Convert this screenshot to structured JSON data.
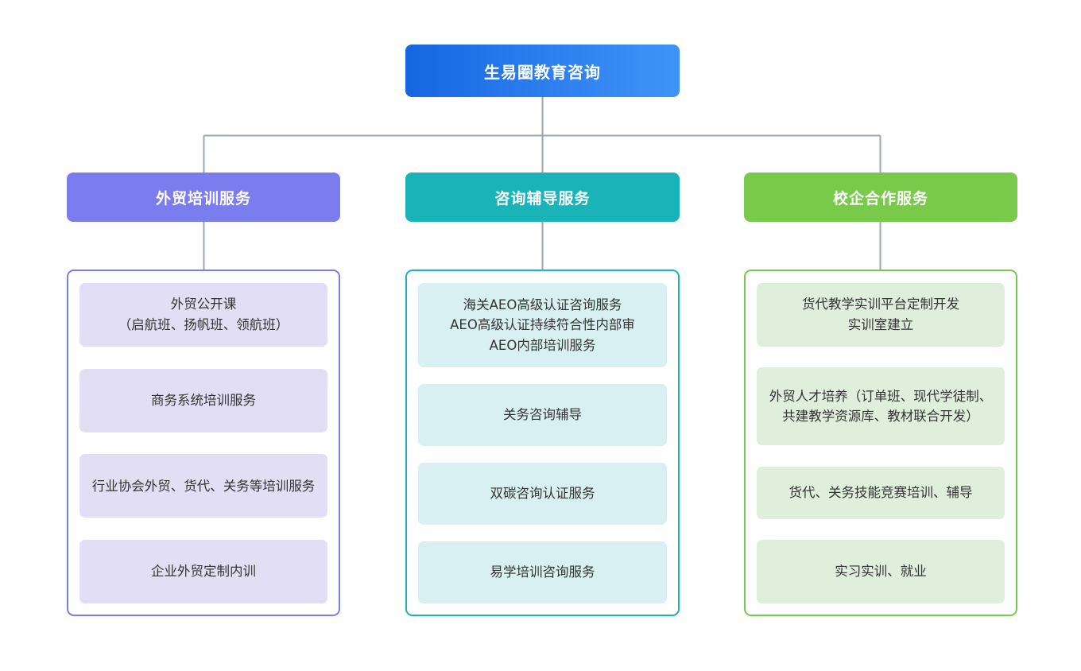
{
  "diagram": {
    "type": "org-chart",
    "root": {
      "label": "生易圈教育咨询",
      "color": "#2a7ced",
      "gradient_from": "#1666e0",
      "gradient_to": "#3f94f7"
    },
    "connector_color": "#9aa6b2",
    "columns": [
      {
        "header": "外贸培训服务",
        "header_color": "#7b7ced",
        "panel_border_color": "#7b7ced",
        "item_color": "#e2dff4",
        "items": [
          "外贸公开课\n（启航班、扬帆班、领航班）",
          "商务系统培训服务",
          "行业协会外贸、货代、关务等培训服务",
          "企业外贸定制内训"
        ]
      },
      {
        "header": "咨询辅导服务",
        "header_color": "#19b3b8",
        "panel_border_color": "#19b3b8",
        "item_color": "#d9f0f2",
        "items": [
          "海关AEO高级认证咨询服务\nAEO高级认证持续符合性内部审\nAEO内部培训服务",
          "关务咨询辅导",
          "双碳咨询认证服务",
          "易学培训咨询服务"
        ]
      },
      {
        "header": "校企合作服务",
        "header_color": "#79c94b",
        "panel_border_color": "#79c94b",
        "item_color": "#dfefdc",
        "items": [
          "货代教学实训平台定制开发\n实训室建立",
          "外贸人才培养（订单班、现代学徒制、共建教学资源库、教材联合开发）",
          "货代、关务技能竞赛培训、辅导",
          "实习实训、就业"
        ]
      }
    ]
  }
}
